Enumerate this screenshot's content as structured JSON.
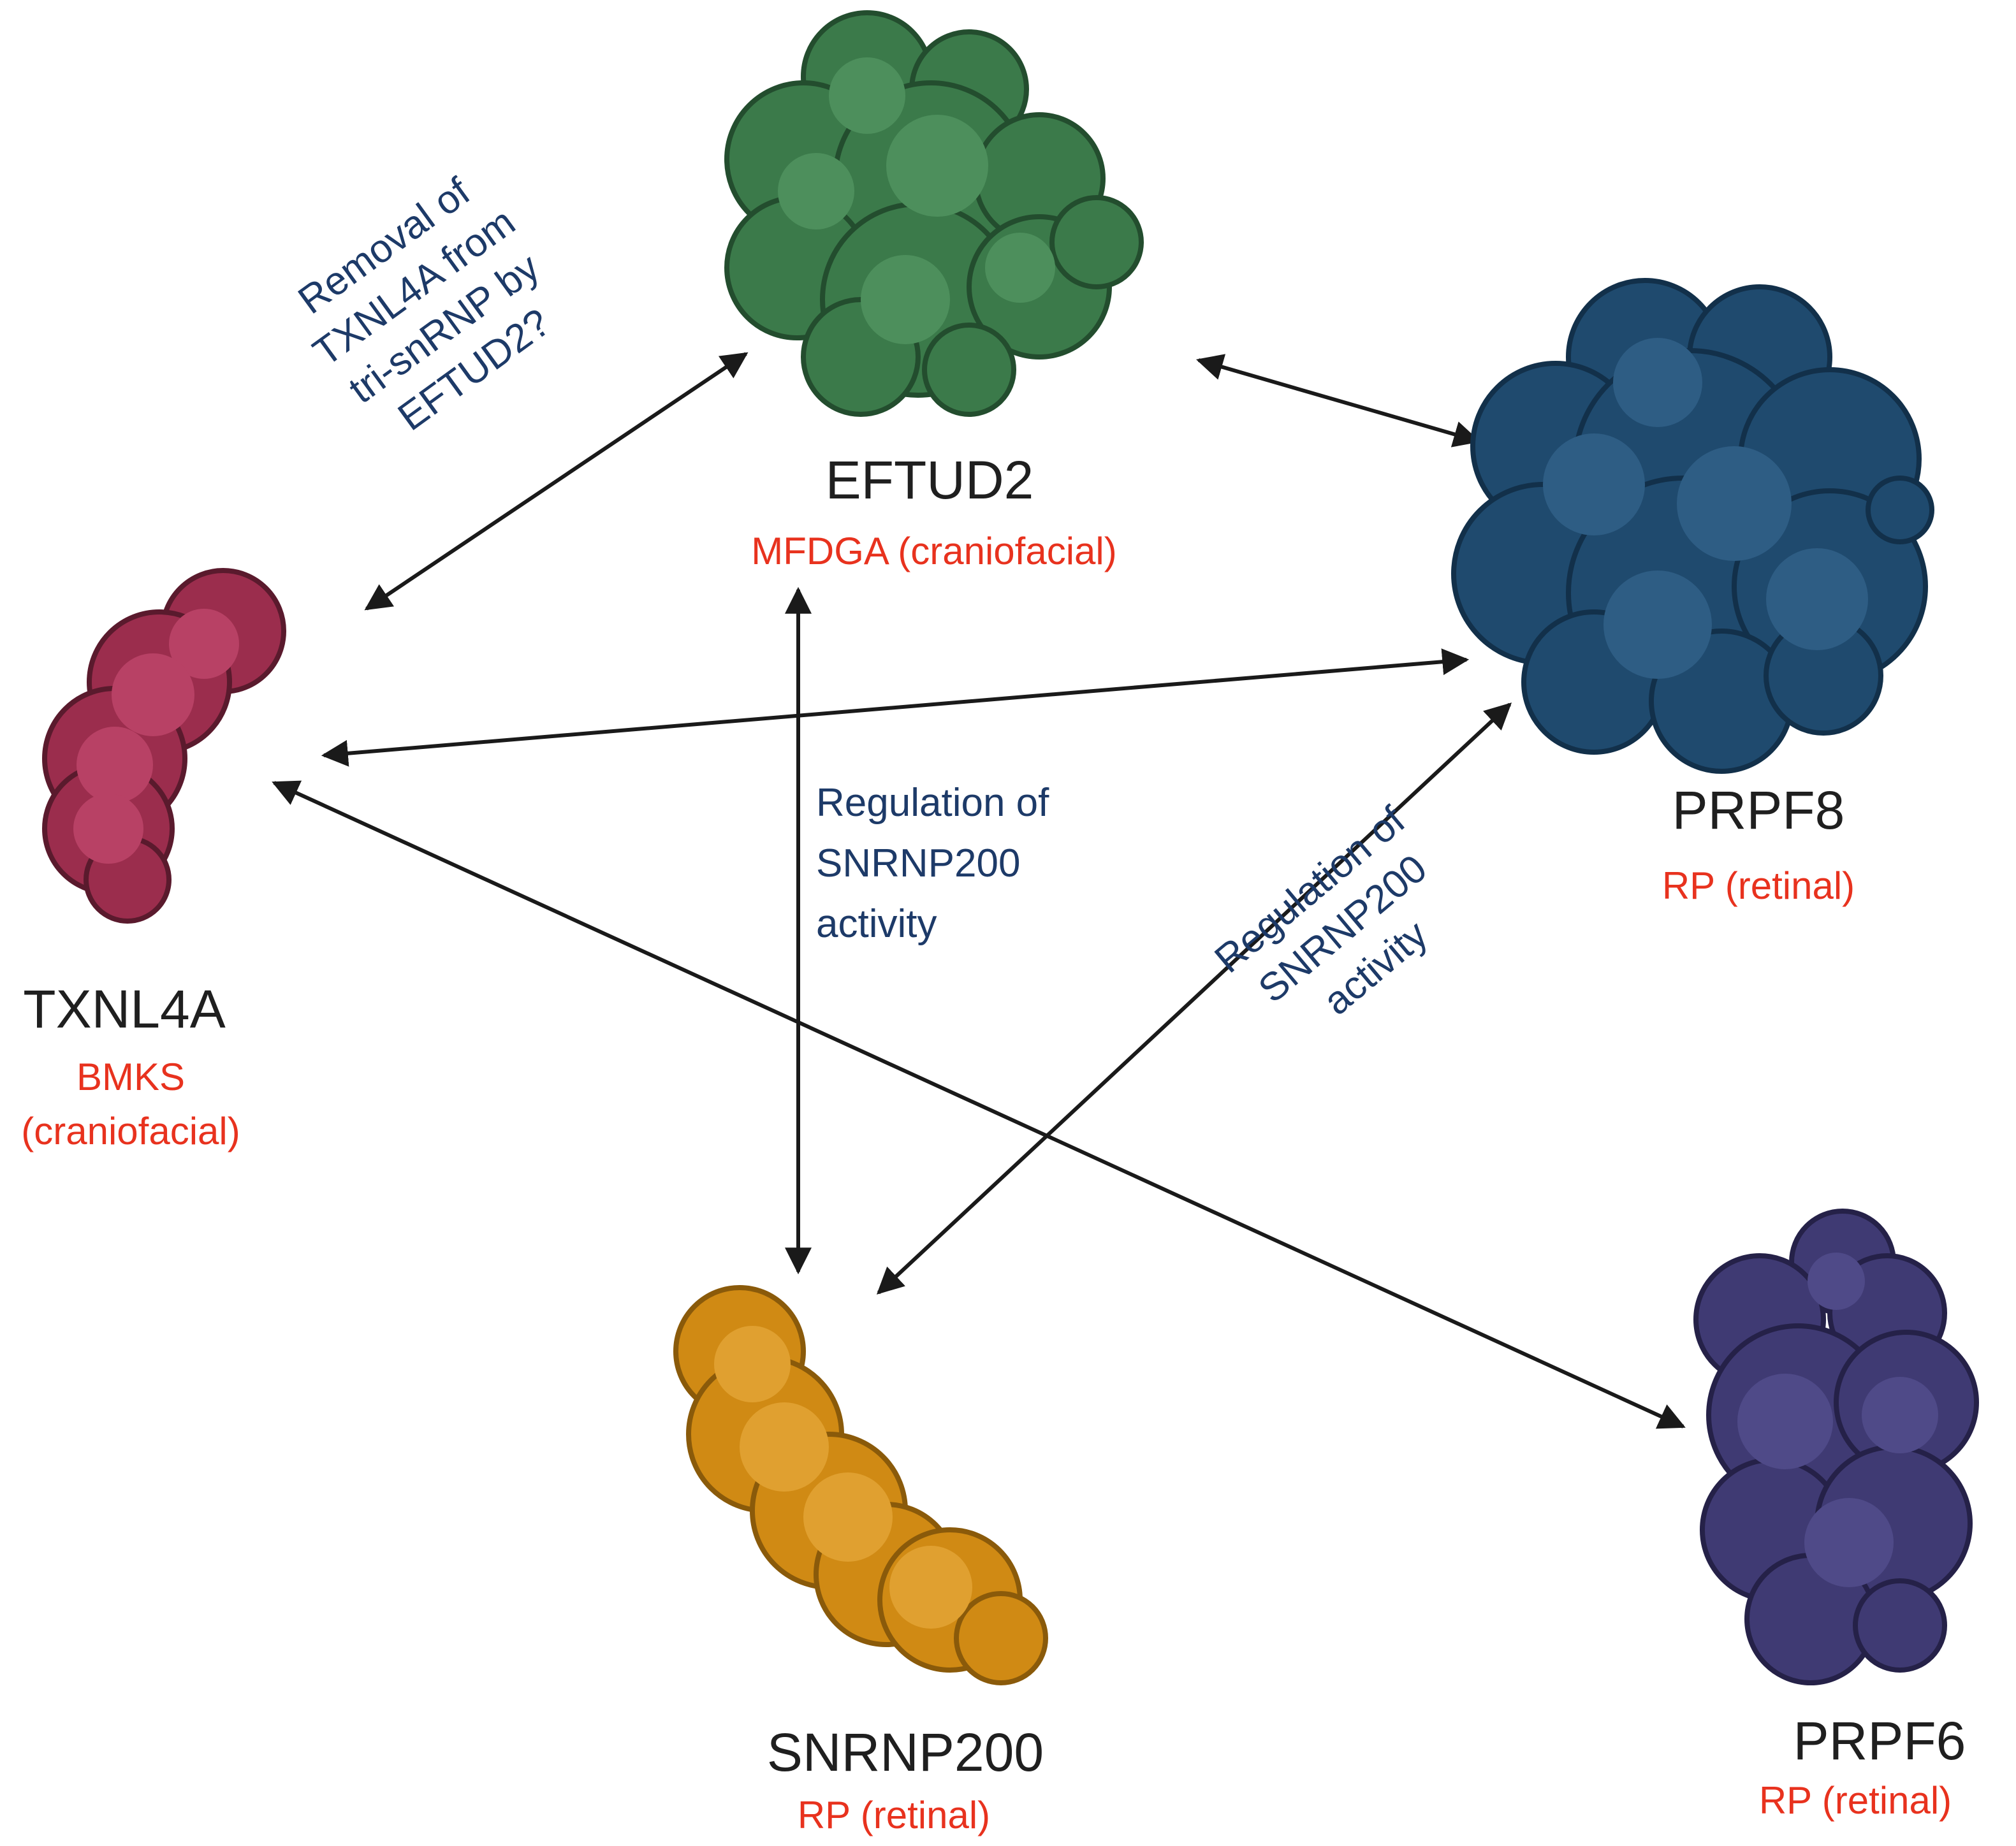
{
  "proteins": {
    "eftud2": {
      "name": "EFTUD2",
      "disease": "MFDGA (craniofacial)",
      "color": "#3b7a4a"
    },
    "prpf8": {
      "name": "PRPF8",
      "disease": "RP (retinal)",
      "color": "#1f4a6e"
    },
    "txnl4a": {
      "name": "TXNL4A",
      "disease_line1": "BMKS",
      "disease_line2": "(craniofacial)",
      "color": "#9b2d4d"
    },
    "snrnp200": {
      "name": "SNRNP200",
      "disease": "RP (retinal)",
      "color": "#d08a14"
    },
    "prpf6": {
      "name": "PRPF6",
      "disease": "RP (retinal)",
      "color": "#3f3a73"
    }
  },
  "interactions": {
    "txnl4a_eftud2": [
      "Removal of",
      "TXNL4A from",
      "tri-snRNP by",
      "EFTUD2?"
    ],
    "eftud2_snrnp200": [
      "Regulation of",
      "SNRNP200",
      "activity"
    ],
    "prpf8_snrnp200": [
      "Regulation of",
      "SNRNP200",
      "activity"
    ]
  },
  "colors": {
    "protein_label": "#1f1f1f",
    "disease_label": "#e8321e",
    "interaction_label": "#1d3a68",
    "arrow": "#1a1a1a"
  }
}
